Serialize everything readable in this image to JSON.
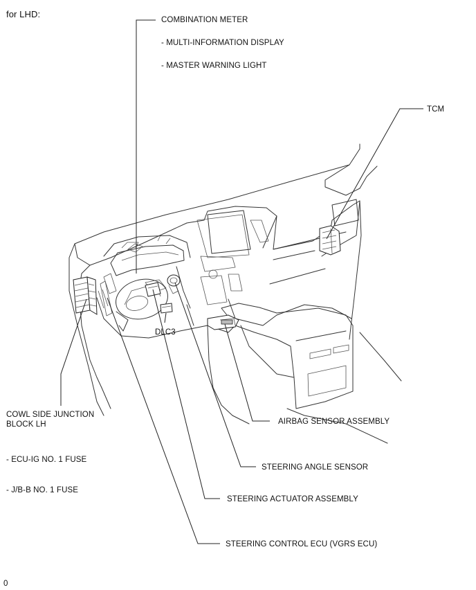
{
  "header": {
    "title": "for LHD:"
  },
  "labels": {
    "combination_meter": "COMBINATION METER",
    "multi_info_display": "- MULTI-INFORMATION DISPLAY",
    "master_warning_light": "- MASTER WARNING LIGHT",
    "tcm": "TCM",
    "dlc3": "DLC3",
    "cowl_side_line1": "COWL SIDE JUNCTION",
    "cowl_side_line2": "BLOCK LH",
    "ecu_ig_fuse": "- ECU-IG NO. 1 FUSE",
    "jb_b_fuse": "- J/B-B NO. 1 FUSE",
    "airbag_sensor": "AIRBAG SENSOR ASSEMBLY",
    "steering_angle_sensor": "STEERING ANGLE SENSOR",
    "steering_actuator": "STEERING ACTUATOR ASSEMBLY",
    "steering_control_ecu": "STEERING CONTROL ECU (VGRS ECU)"
  },
  "footer": {
    "code": "0"
  }
}
